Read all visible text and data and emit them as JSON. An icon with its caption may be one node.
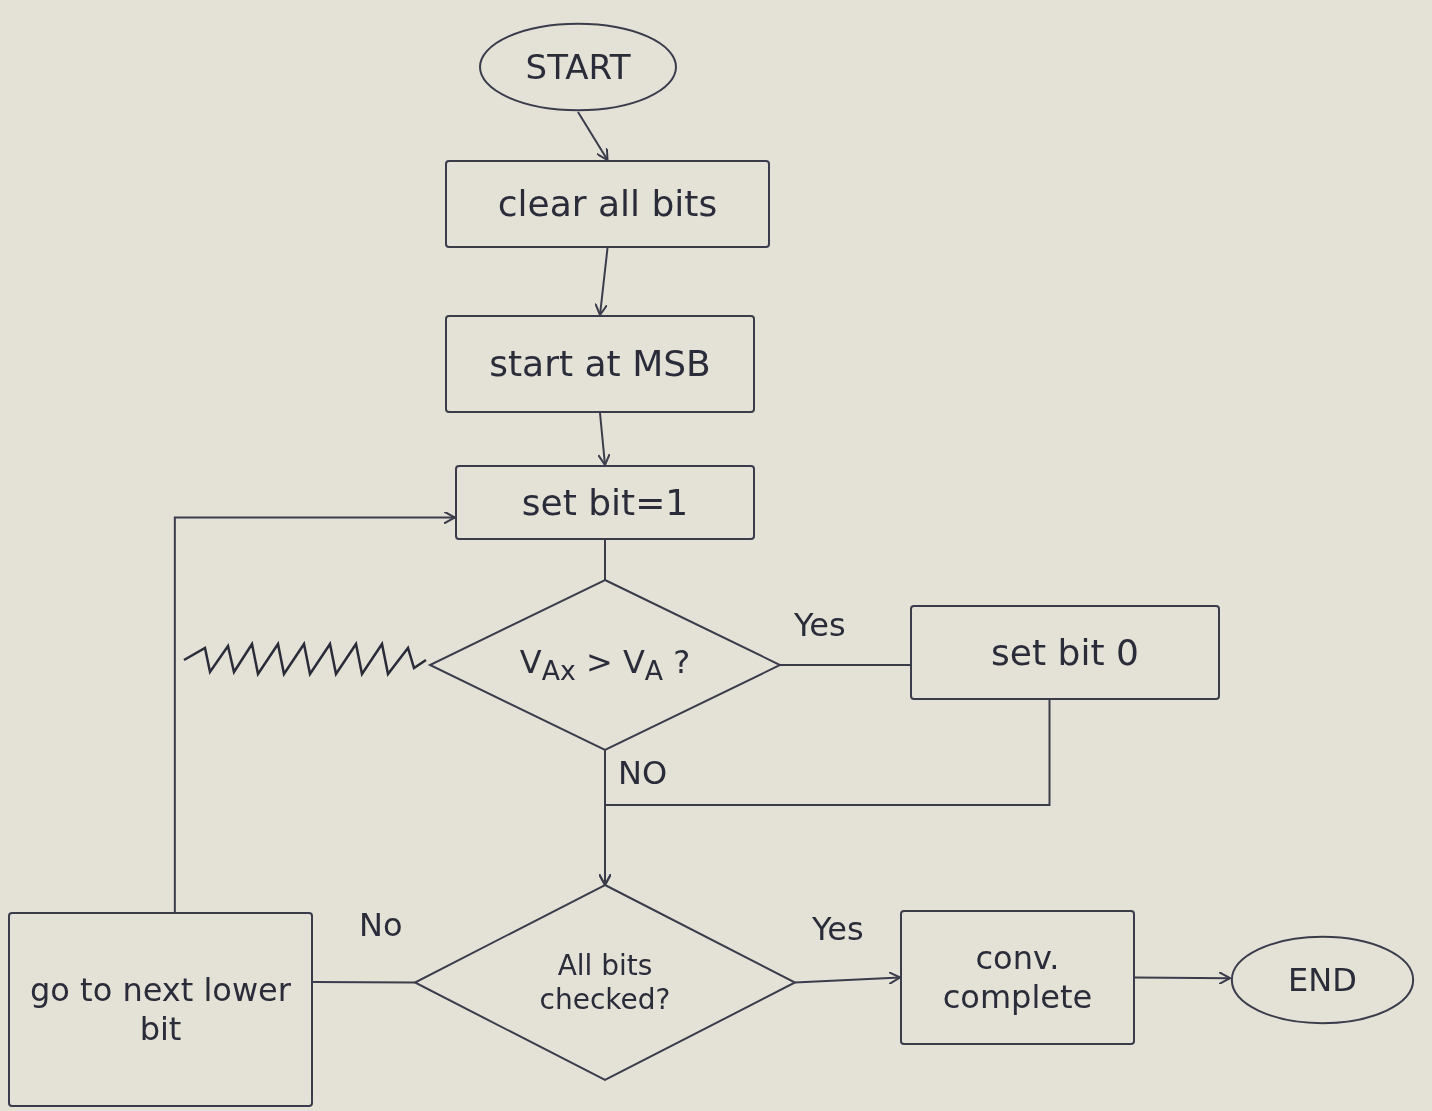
{
  "diagram": {
    "nodes": [
      {
        "text": [
          "START"
        ]
      },
      {
        "text": [
          "clear all bits"
        ]
      },
      {
        "text": [
          "start at MSB"
        ]
      },
      {
        "text": [
          "set bit=1"
        ]
      },
      {
        "text": [
          "V$_{Ax}$ > V$_{A}$ ?"
        ]
      },
      {
        "text": [
          "set bit 0"
        ]
      },
      {
        "text": [
          "All bits checked?"
        ]
      },
      {
        "text": [
          "go to next lower bit"
        ]
      },
      {
        "text": [
          "conv. complete"
        ]
      },
      {
        "text": [
          "END"
        ]
      }
    ],
    "edges": [
      {
        "from": 0,
        "to": 1,
        "arrow": "to"
      },
      {
        "from": 1,
        "to": 2,
        "arrow": "to"
      },
      {
        "from": 2,
        "to": 3,
        "arrow": "to"
      },
      {
        "from": 3,
        "to": 4,
        "arrow": "none"
      },
      {
        "from": 4,
        "to": 5,
        "arrow": "none",
        "label": "Yes"
      },
      {
        "from": 4,
        "to": 6,
        "arrow": "to",
        "label": "NO"
      },
      {
        "from": 5,
        "to": 6,
        "arrow": "to"
      },
      {
        "from": 6,
        "to": 7,
        "arrow": "none",
        "label": "No"
      },
      {
        "from": 6,
        "to": 8,
        "arrow": "to",
        "label": "Yes"
      },
      {
        "from": 8,
        "to": 9,
        "arrow": "to"
      },
      {
        "from": 7,
        "to": 3,
        "arrow": "to"
      }
    ]
  }
}
